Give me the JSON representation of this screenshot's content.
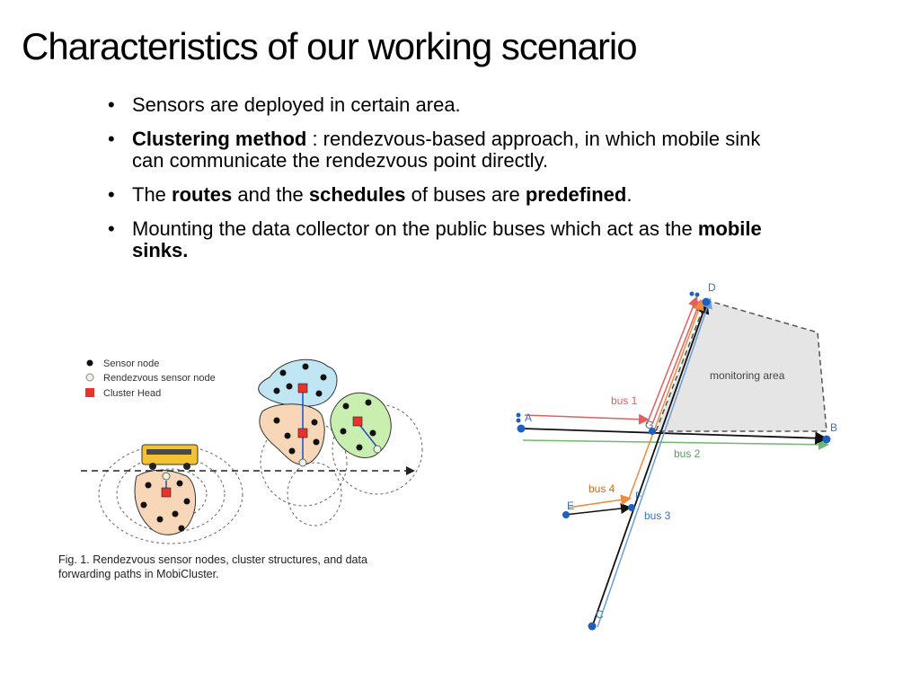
{
  "slide": {
    "title": "Characteristics of our working scenario",
    "bullet_glyph": "•",
    "bullets": [
      {
        "parts": [
          {
            "text": "Sensors are deployed in certain area.",
            "bold": false
          }
        ]
      },
      {
        "parts": [
          {
            "text": "Clustering method",
            "bold": true
          },
          {
            "text": " : rendezvous-based  approach, in which mobile sink can communicate the rendezvous point directly.",
            "bold": false
          }
        ]
      },
      {
        "parts": [
          {
            "text": "The ",
            "bold": false
          },
          {
            "text": "routes",
            "bold": true
          },
          {
            "text": " and the ",
            "bold": false
          },
          {
            "text": "schedules",
            "bold": true
          },
          {
            "text": " of buses are ",
            "bold": false
          },
          {
            "text": "predefined",
            "bold": true
          },
          {
            "text": ".",
            "bold": false
          }
        ]
      },
      {
        "parts": [
          {
            "text": "Mounting the data collector on the public buses which act as the ",
            "bold": false
          },
          {
            "text": "mobile sinks.",
            "bold": true
          }
        ]
      }
    ]
  },
  "figure1": {
    "legend": {
      "sensor_node": "Sensor node",
      "rendezvous_node": "Rendezvous sensor node",
      "cluster_head": "Cluster Head"
    },
    "caption_line1": "Fig.  1.  Rendezvous  sensor  nodes,  cluster  structures,  and  data",
    "caption_line2": "forwarding paths in MobiCluster.",
    "colors": {
      "blue_cluster": "#bfe6f2",
      "orange_cluster": "#f7d7b8",
      "green_cluster": "#c9efb0",
      "cluster_head": "#e8322a"
    }
  },
  "figure2": {
    "area_label": "monitoring area",
    "points": {
      "A": "A",
      "B": "B",
      "C": "C",
      "D": "D",
      "E": "E",
      "F": "F",
      "G": "G"
    },
    "routes": {
      "bus1": "bus 1",
      "bus2": "bus 2",
      "bus3": "bus 3",
      "bus4": "bus 4"
    },
    "colors": {
      "bus1": "#e06060",
      "bus2": "#6fb86f",
      "bus3": "#6a9fd8",
      "bus4": "#f08a3c",
      "black": "#111111",
      "node": "#1f5fbf"
    }
  }
}
